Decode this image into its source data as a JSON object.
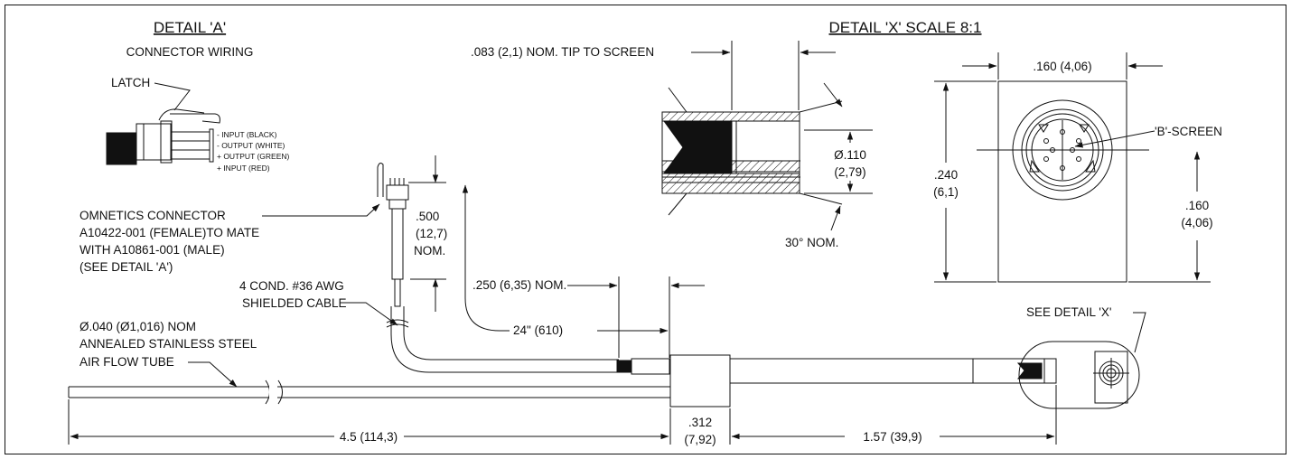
{
  "detail_a": {
    "title": "DETAIL 'A'",
    "subtitle": "CONNECTOR WIRING",
    "latch": "LATCH",
    "wires": [
      "- INPUT (BLACK)",
      "- OUTPUT (WHITE)",
      "+ OUTPUT (GREEN)",
      "+ INPUT (RED)"
    ]
  },
  "detail_x": {
    "title": "DETAIL 'X' SCALE 8:1",
    "tip_to_screen": ".083 (2,1) NOM. TIP TO SCREEN",
    "dia_110": [
      "Ø.110",
      "(2,79)"
    ],
    "angle": "30° NOM.",
    "width_160": ".160 (4,06)",
    "height_240": [
      ".240",
      "(6,1)"
    ],
    "height_160": [
      ".160",
      "(4,06)"
    ],
    "b_screen": "'B'-SCREEN"
  },
  "connector": {
    "lines": [
      "OMNETICS CONNECTOR",
      "A10422-001 (FEMALE)TO MATE",
      "WITH A10861-001 (MALE)",
      "(SEE DETAIL 'A')"
    ],
    "dim_500": [
      ".500",
      "(12,7)",
      "NOM."
    ]
  },
  "cable": {
    "lines": [
      "4 COND. #36 AWG",
      "SHIELDED CABLE"
    ],
    "dim_250": ".250 (6,35) NOM.",
    "dim_24": "24\" (610)"
  },
  "tube": {
    "lines": [
      "Ø.040 (Ø1,016) NOM",
      "ANNEALED STAINLESS STEEL",
      "AIR FLOW TUBE"
    ]
  },
  "see_detail_x": "SEE DETAIL 'X'",
  "bottom_dims": {
    "overall": "4.5 (114,3)",
    "body": [
      ".312",
      "(7,92)"
    ],
    "probe": "1.57 (39,9)"
  }
}
